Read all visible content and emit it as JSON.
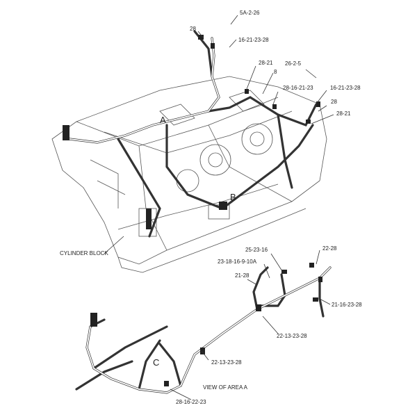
{
  "callouts": {
    "top": [
      "5A-2-26",
      "28",
      "16-21-23-28",
      "28-21",
      "8",
      "26-2-5",
      "28-16-21-23",
      "16-21-23-28",
      "28",
      "28-21"
    ],
    "view_a": [
      "25-23-16",
      "23-18-16-9-10A",
      "21-28",
      "22-28",
      "21-16-23-28",
      "22-13-23-28",
      "22-13-23-28",
      "28-16-22-23"
    ]
  },
  "area_letters": [
    "A",
    "B",
    "C"
  ],
  "labels": {
    "cylinder_block": "CYLINDER BLOCK",
    "view_of_area_a": "VIEW OF AREA A"
  }
}
